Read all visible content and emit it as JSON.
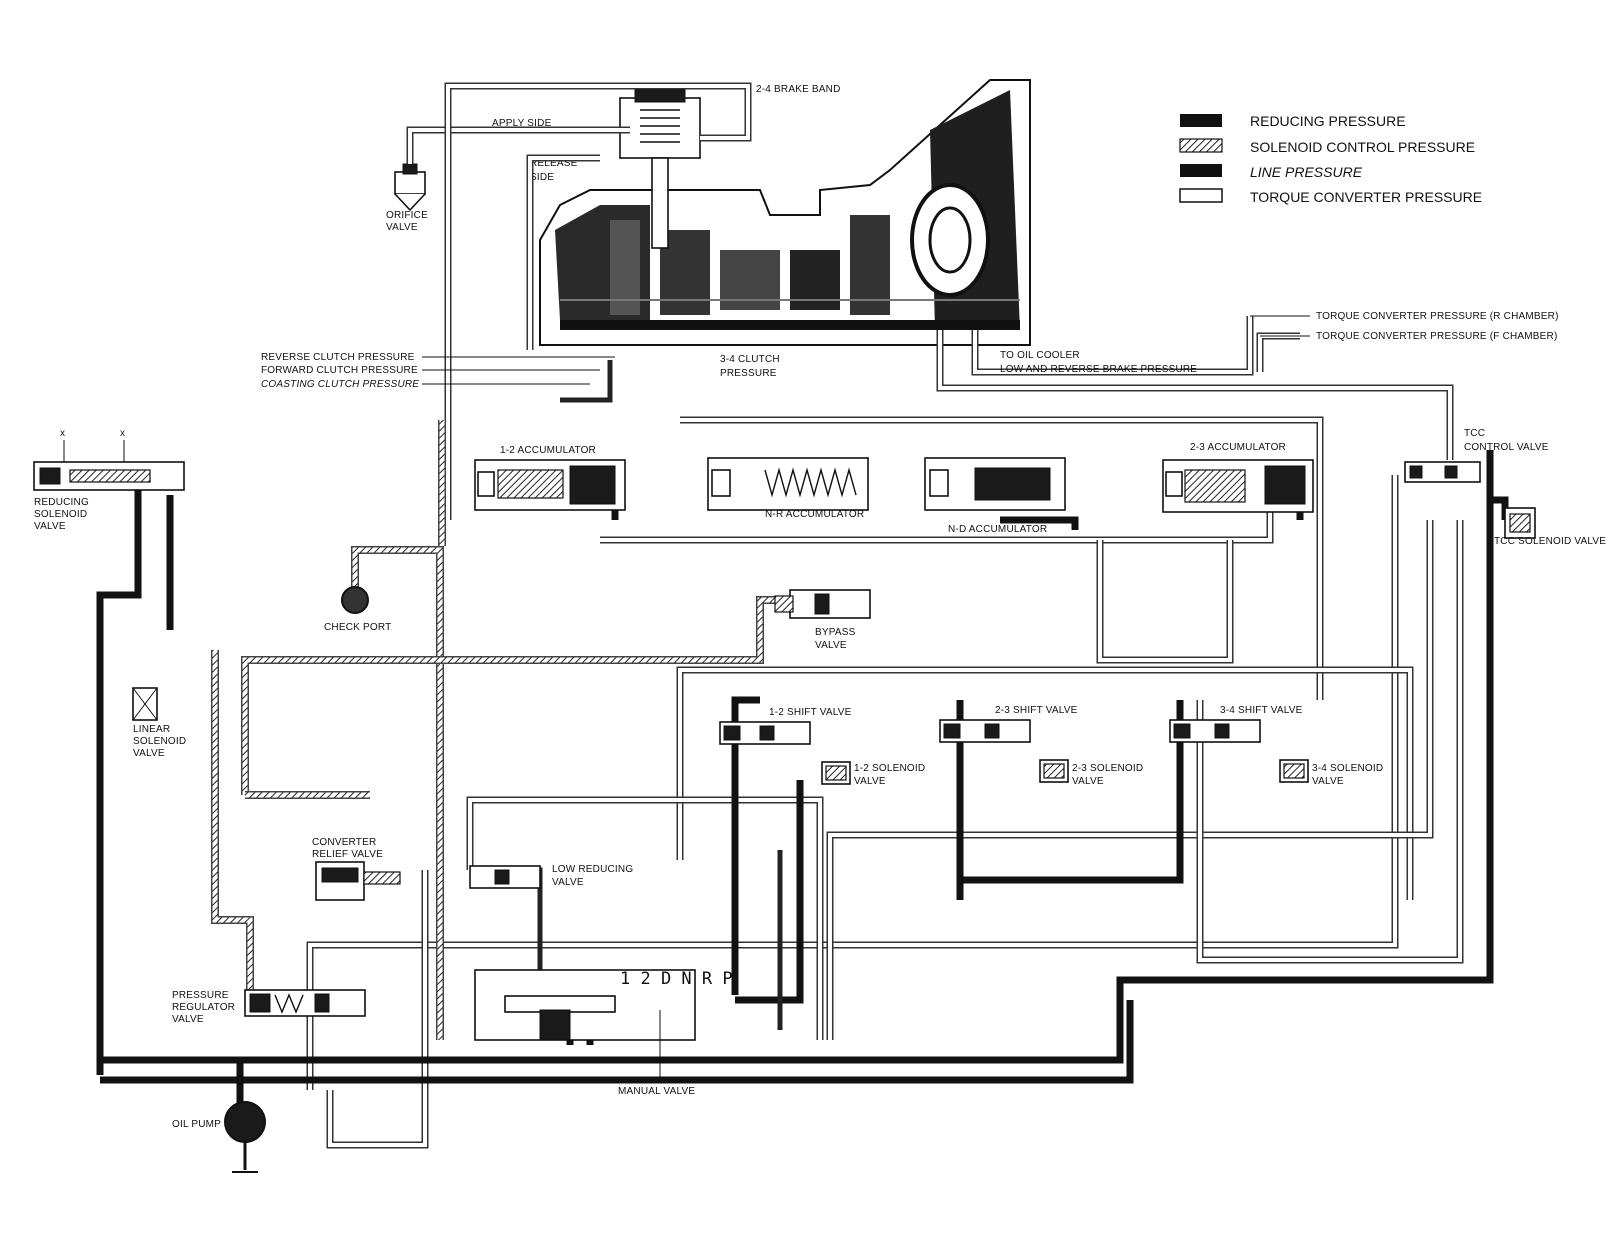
{
  "legend": {
    "reducing": "REDUCING PRESSURE",
    "solenoid": "SOLENOID CONTROL PRESSURE",
    "line": "LINE PRESSURE",
    "torque": "TORQUE CONVERTER PRESSURE"
  },
  "labels": {
    "brake_band": "2-4 BRAKE BAND",
    "apply_side": "APPLY SIDE",
    "release_side_1": "RELEASE",
    "release_side_2": "SIDE",
    "orifice_1": "ORIFICE",
    "orifice_2": "VALVE",
    "tc_r": "TORQUE CONVERTER PRESSURE (R CHAMBER)",
    "tc_f": "TORQUE CONVERTER PRESSURE (F CHAMBER)",
    "to_oil_cooler": "TO OIL COOLER",
    "low_reverse": "LOW AND REVERSE BRAKE PRESSURE",
    "reverse_clutch": "REVERSE CLUTCH PRESSURE",
    "forward_clutch": "FORWARD CLUTCH PRESSURE",
    "coasting_clutch": "COASTING CLUTCH PRESSURE",
    "clutch34_1": "3-4 CLUTCH",
    "clutch34_2": "PRESSURE",
    "acc12": "1-2 ACCUMULATOR",
    "acc_nr": "N-R ACCUMULATOR",
    "acc_nd": "N-D ACCUMULATOR",
    "acc23": "2-3 ACCUMULATOR",
    "tcc_control_1": "TCC",
    "tcc_control_2": "CONTROL VALVE",
    "tcc_solenoid": "TCC SOLENOID VALVE",
    "reducing_sol_1": "REDUCING",
    "reducing_sol_2": "SOLENOID",
    "reducing_sol_3": "VALVE",
    "check_port": "CHECK PORT",
    "bypass_1": "BYPASS",
    "bypass_2": "VALVE",
    "linear_1": "LINEAR",
    "linear_2": "SOLENOID",
    "linear_3": "VALVE",
    "shift12": "1-2 SHIFT VALVE",
    "shift23": "2-3 SHIFT VALVE",
    "shift34": "3-4 SHIFT VALVE",
    "sol12_1": "1-2 SOLENOID",
    "sol12_2": "VALVE",
    "sol23_1": "2-3 SOLENOID",
    "sol23_2": "VALVE",
    "sol34_1": "3-4 SOLENOID",
    "sol34_2": "VALVE",
    "conv_relief_1": "CONVERTER",
    "conv_relief_2": "RELIEF VALVE",
    "low_reducing_1": "LOW REDUCING",
    "low_reducing_2": "VALVE",
    "pressure_reg_1": "PRESSURE",
    "pressure_reg_2": "REGULATOR",
    "pressure_reg_3": "VALVE",
    "manual_positions": "1 2 D N R P",
    "manual_valve": "MANUAL VALVE",
    "oil_pump": "OIL PUMP",
    "x_mark": "x"
  }
}
